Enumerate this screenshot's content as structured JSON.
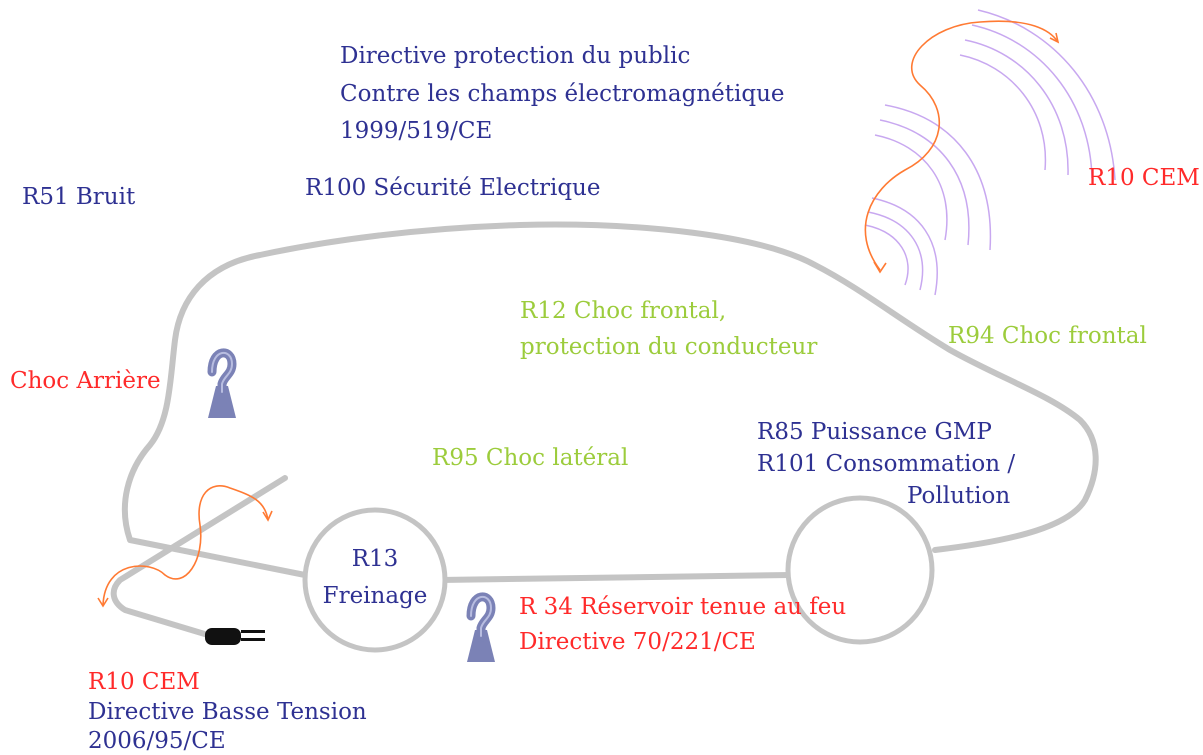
{
  "colors": {
    "regulation_blue": "#2e3192",
    "regulation_red": "#ff2a2a",
    "regulation_green": "#9ccc3c",
    "car_outline": "#c4c4c4",
    "wave_lines": "#c8a8f0",
    "wave_arrow": "#ff7a33",
    "question_icon": "#7b82b6"
  },
  "icons": [
    "question-mark-icon",
    "question-mark-icon",
    "charging-plug-icon"
  ],
  "labels": {
    "directive_public_line1": "Directive protection du public",
    "directive_public_line2": "Contre les champs électromagnétique",
    "directive_public_line3": "1999/519/CE",
    "r51": "R51 Bruit",
    "r100": "R100 Sécurité Electrique",
    "r10_top": "R10 CEM",
    "r12_line1": "R12 Choc frontal,",
    "r12_line2": "protection du conducteur",
    "r94": "R94 Choc frontal",
    "choc_arriere": "Choc Arrière",
    "r95": "R95 Choc latéral",
    "r85": "R85 Puissance GMP",
    "r101_line1": "R101 Consommation /",
    "r101_line2": "Pollution",
    "r13_line1": "R13",
    "r13_line2": "Freinage",
    "r34": "R 34 Réservoir tenue au feu",
    "directive_70": "Directive 70/221/CE",
    "r10_bottom": "R10 CEM",
    "directive_bt_line1": "Directive Basse Tension",
    "directive_bt_line2": "2006/95/CE"
  }
}
